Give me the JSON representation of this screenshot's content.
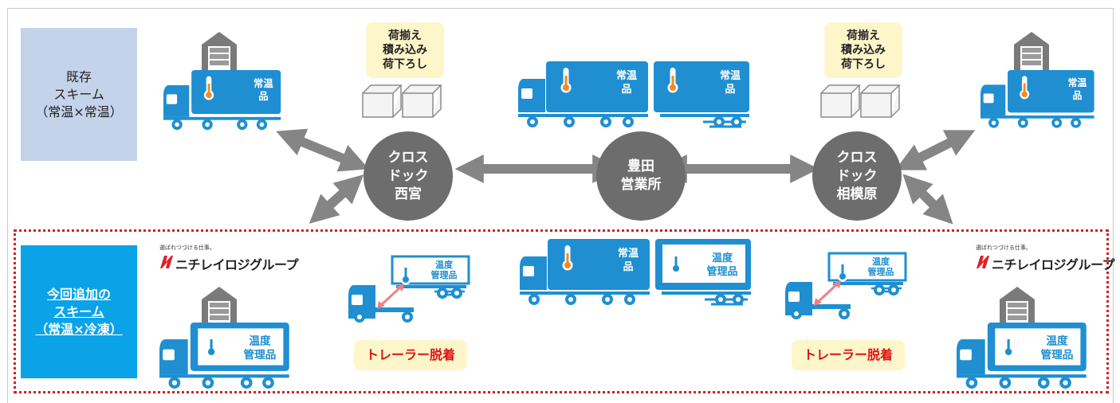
{
  "schemes": {
    "existing": [
      "既存",
      "スキーム",
      "（常温×常温）"
    ],
    "added": [
      "今回追加の",
      "スキーム",
      "（常温×冷凍）"
    ]
  },
  "handling_note": [
    "荷揃え",
    "積み込み",
    "荷下ろし"
  ],
  "hubs": {
    "left": [
      "クロス",
      "ドック",
      "西宮"
    ],
    "center": [
      "豊田",
      "営業所"
    ],
    "right": [
      "クロス",
      "ドック",
      "相模原"
    ]
  },
  "cargo_labels": {
    "ambient": [
      "常温",
      "品"
    ],
    "temperature_controlled": [
      "温度",
      "管理品"
    ]
  },
  "trailer_swap_label": "トレーラー脱着",
  "brand": {
    "tagline": "選ばれつづける仕事。",
    "name": "ニチレイロジグループ"
  },
  "colors": {
    "truck_blue": "#1f8fd1",
    "hub_gray": "#6d6d6d",
    "arrow_gray": "#858585",
    "note_yellow": "#fdf6cb",
    "added_scheme_blue": "#0aa3e8",
    "existing_scheme_blue": "#c5d3ea",
    "dotted_red": "#d42020"
  }
}
